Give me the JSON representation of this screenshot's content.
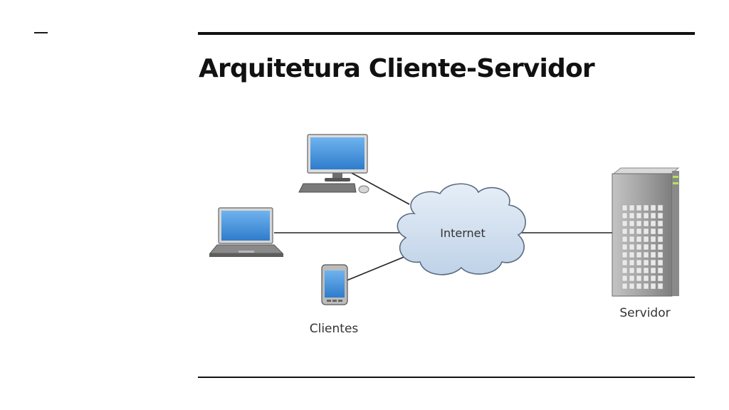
{
  "slide": {
    "title": "Arquitetura Cliente-Servidor"
  },
  "diagram": {
    "cloud_label": "Internet",
    "clients_label": "Clientes",
    "server_label": "Servidor"
  },
  "colors": {
    "screen_blue": "#3f8fd8",
    "cloud_fill": "#d3e1f0",
    "server_gray": "#9a9a9a",
    "rule": "#111111"
  },
  "icons": [
    "desktop-computer-icon",
    "laptop-icon",
    "smartphone-icon",
    "cloud-icon",
    "server-tower-icon"
  ]
}
